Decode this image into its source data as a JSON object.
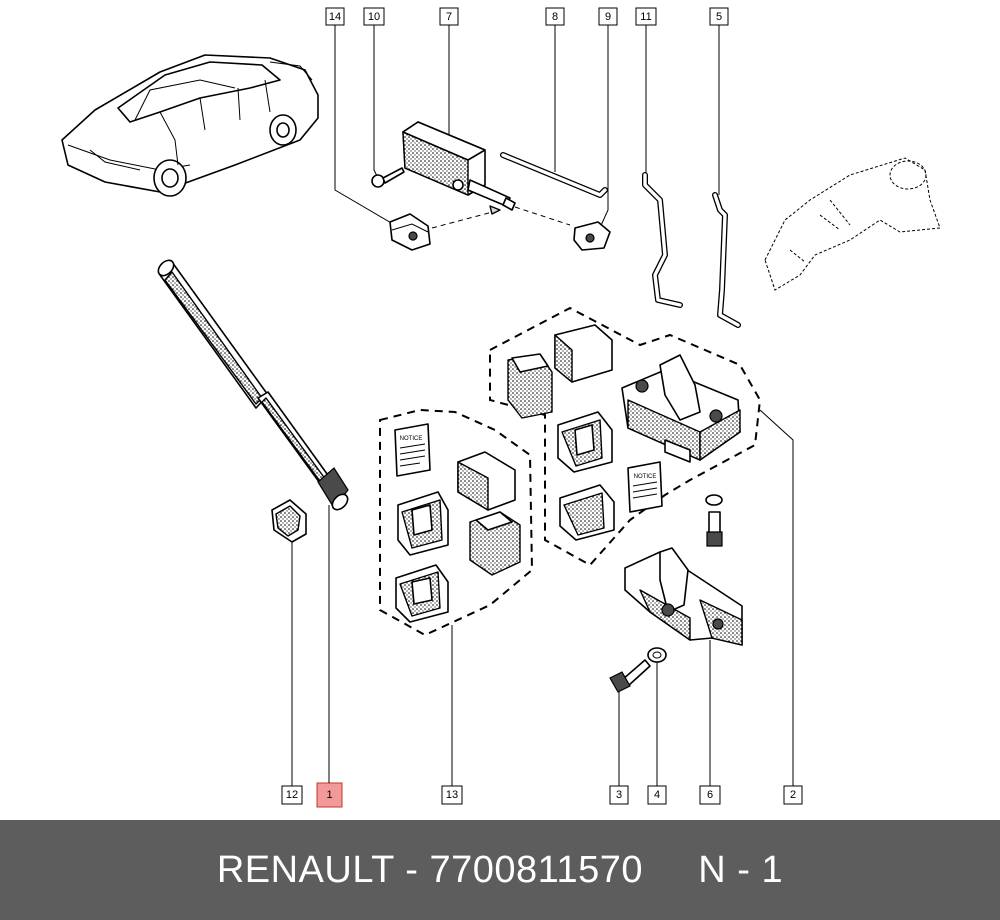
{
  "callouts": {
    "c14": "14",
    "c10": "10",
    "c7": "7",
    "c8": "8",
    "c9": "9",
    "c11": "11",
    "c5": "5",
    "c12": "12",
    "c1": "1",
    "c13": "13",
    "c3": "3",
    "c4": "4",
    "c6": "6",
    "c2": "2"
  },
  "highlighted_part": "1",
  "notice_label": "NOTICE",
  "footer": {
    "brand": "RENAULT",
    "separator": " - ",
    "part_number": "7700811570",
    "gap": "     ",
    "ref": "N - 1"
  },
  "colors": {
    "highlight": "#f29a9a",
    "footer_bg": "#5d5d5d",
    "footer_text": "#ffffff"
  }
}
